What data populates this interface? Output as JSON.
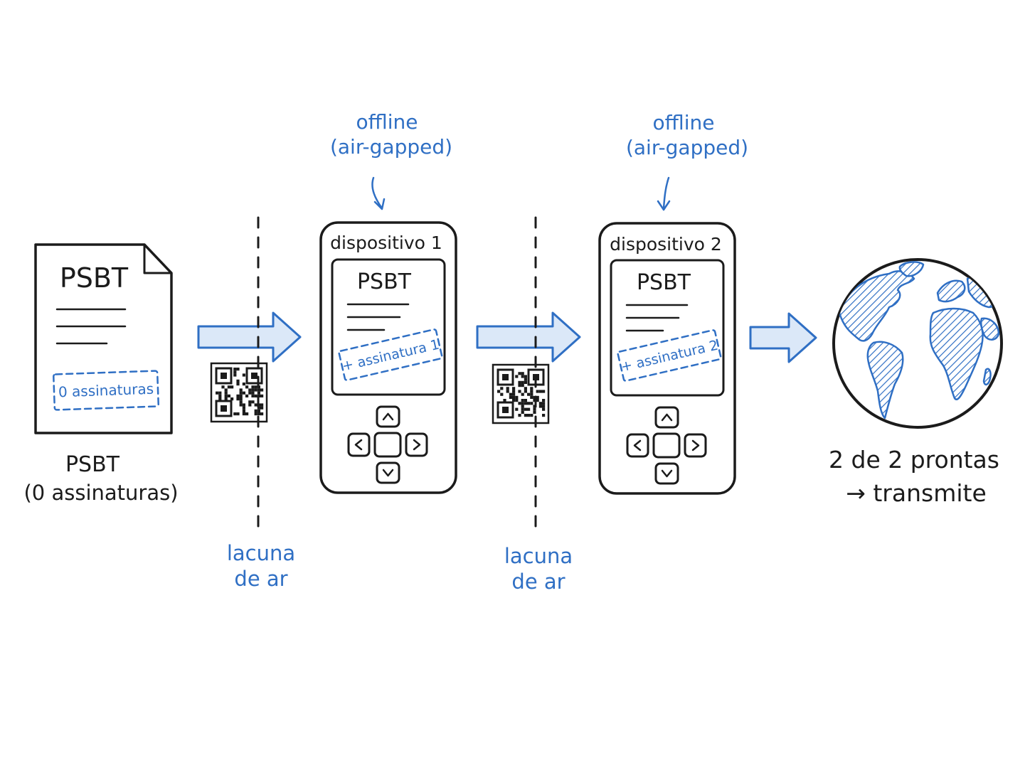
{
  "colors": {
    "ink": "#1b1b1b",
    "accent": "#2f6fc4",
    "arrow_fill": "#dbe8f8",
    "land": "#2f6fc4"
  },
  "document": {
    "title": "PSBT",
    "stamp": "0 assinaturas",
    "caption_line1": "PSBT",
    "caption_line2": "(0 assinaturas)"
  },
  "gaps": [
    {
      "line1": "lacuna",
      "line2": "de ar"
    },
    {
      "line1": "lacuna",
      "line2": "de ar"
    }
  ],
  "devices": [
    {
      "label": "dispositivo 1",
      "screen_title": "PSBT",
      "stamp": "+ assinatura 1",
      "note_line1": "offline",
      "note_line2": "(air-gapped)"
    },
    {
      "label": "dispositivo 2",
      "screen_title": "PSBT",
      "stamp": "+ assinatura 2",
      "note_line1": "offline",
      "note_line2": "(air-gapped)"
    }
  ],
  "result": {
    "line1": "2 de 2 prontas",
    "line2": "→ transmite"
  },
  "icons": [
    "document-icon",
    "arrow-right-icon",
    "qr-code-icon",
    "hardware-wallet-icon",
    "dpad-up-icon",
    "dpad-down-icon",
    "dpad-left-icon",
    "dpad-right-icon",
    "globe-icon"
  ]
}
